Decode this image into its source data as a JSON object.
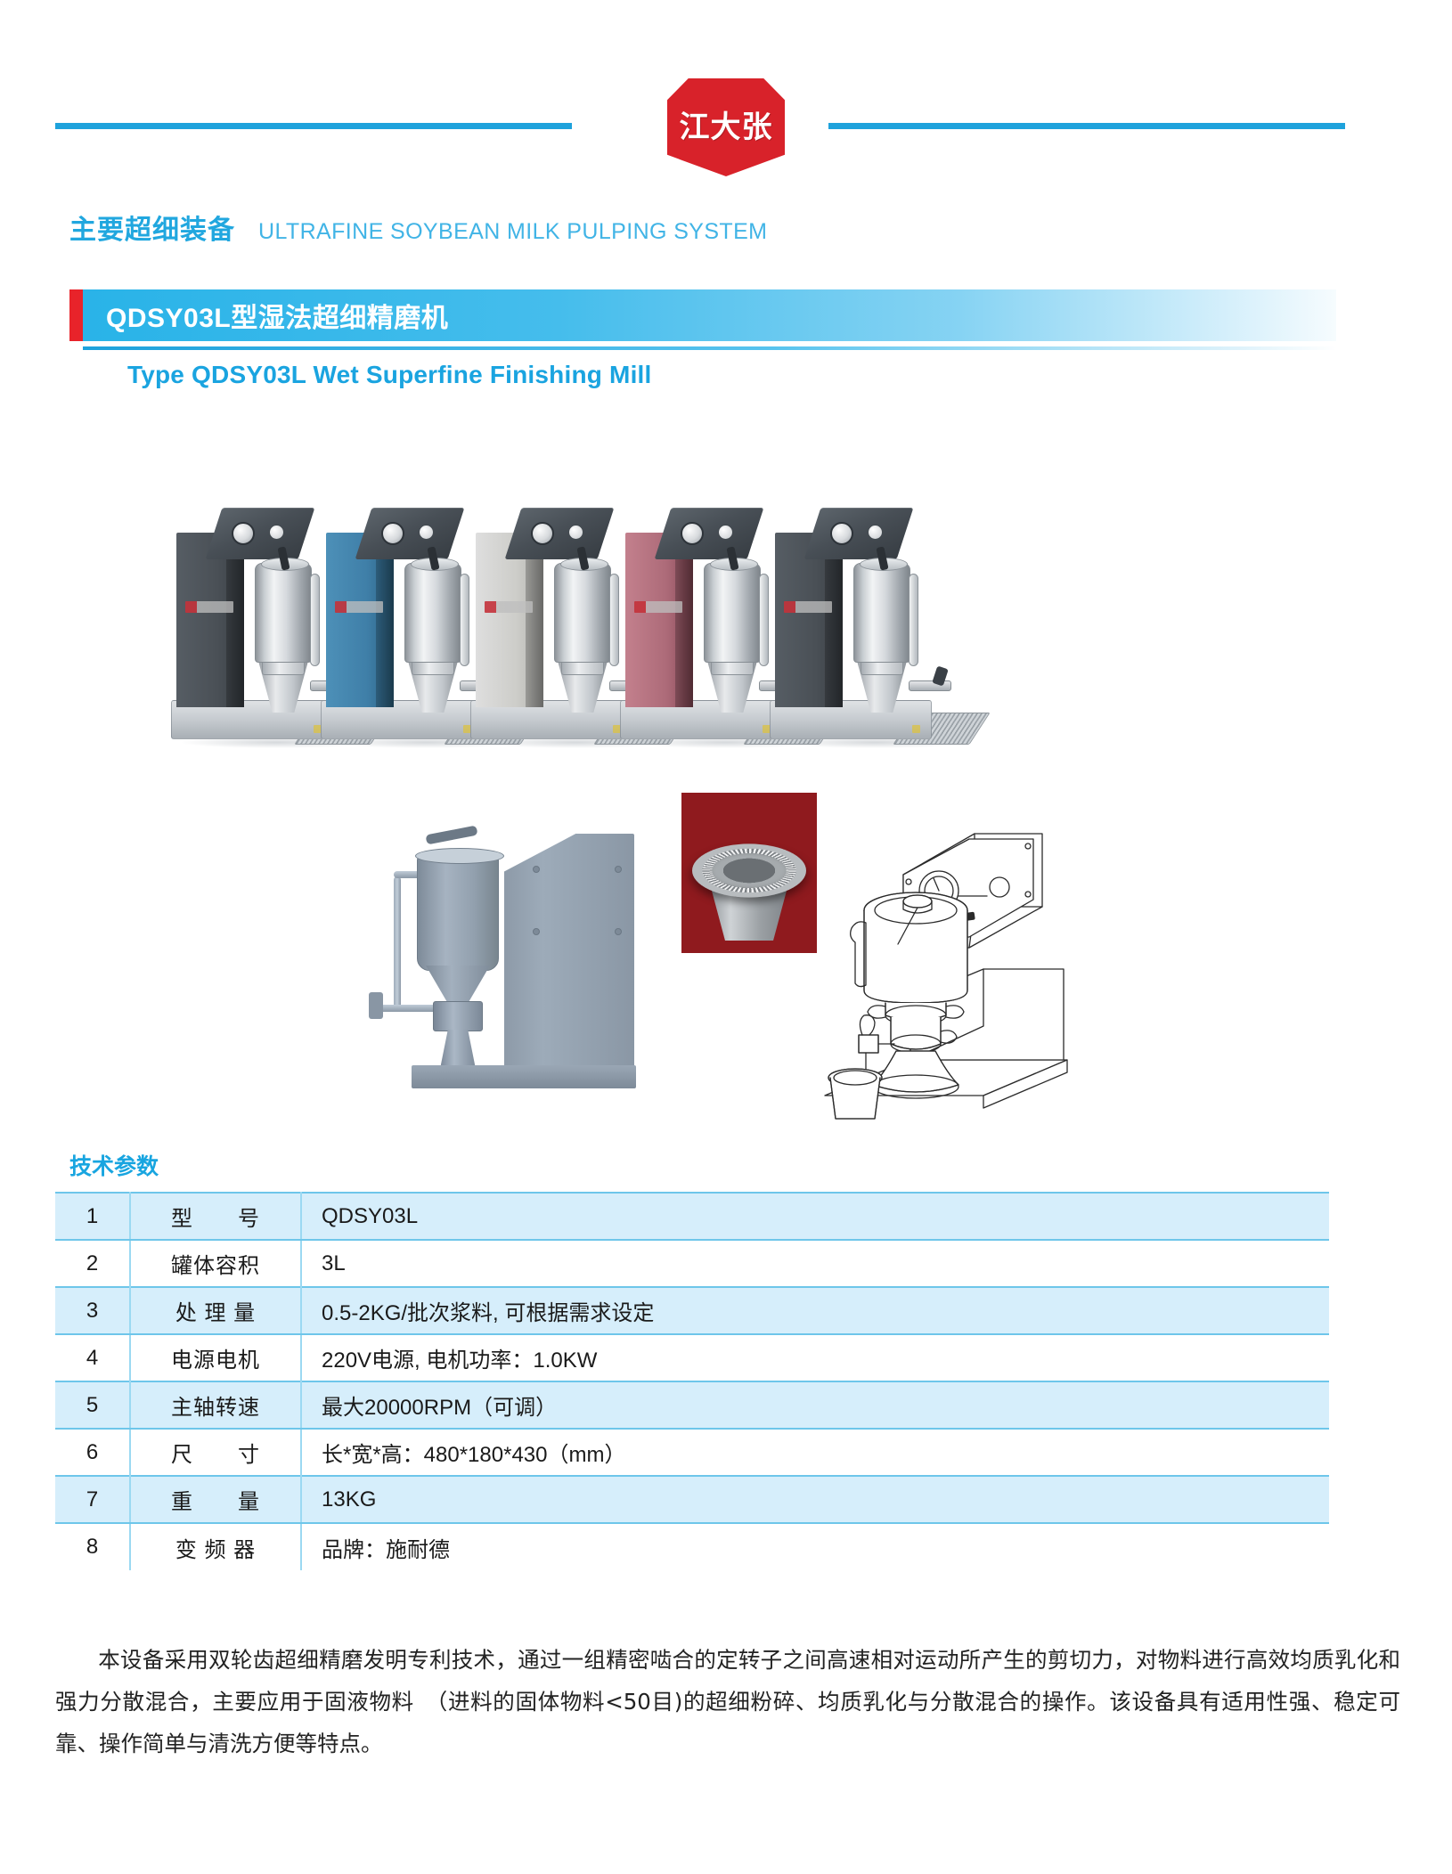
{
  "brand": {
    "logo_text": "江大张"
  },
  "section": {
    "cn": "主要超细装备",
    "en": "ULTRAFINE SOYBEAN MILK PULPING SYSTEM"
  },
  "product": {
    "title_cn": "QDSY03L型湿法超细精磨机",
    "title_en": "Type QDSY03L Wet Superfine Finishing Mill"
  },
  "machines": [
    {
      "name": "machine-dark-gray-1",
      "body_color": "#4a5056"
    },
    {
      "name": "machine-blue",
      "body_color": "#3f7fa8"
    },
    {
      "name": "machine-silver",
      "body_color": "#c9c9c6"
    },
    {
      "name": "machine-maroon",
      "body_color": "#ad6b79"
    },
    {
      "name": "machine-dark-gray-2",
      "body_color": "#4a5056"
    }
  ],
  "params": {
    "heading": "技术参数",
    "rows": [
      {
        "idx": "1",
        "label": "型　　号",
        "value": "QDSY03L"
      },
      {
        "idx": "2",
        "label": "罐体容积",
        "value": "3L"
      },
      {
        "idx": "3",
        "label": "处 理 量",
        "value": "0.5-2KG/批次浆料, 可根据需求设定"
      },
      {
        "idx": "4",
        "label": "电源电机",
        "value": "220V电源, 电机功率：1.0KW"
      },
      {
        "idx": "5",
        "label": "主轴转速",
        "value": "最大20000RPM（可调）"
      },
      {
        "idx": "6",
        "label": "尺　　寸",
        "value": "长*宽*高：480*180*430（mm）"
      },
      {
        "idx": "7",
        "label": "重　　量",
        "value": "13KG"
      },
      {
        "idx": "8",
        "label": "变 频 器",
        "value": "品牌：施耐德"
      }
    ]
  },
  "description": "本设备采用双轮齿超细精磨发明专利技术，通过一组精密啮合的定转子之间高速相对运动所产生的剪切力，对物料进行高效均质乳化和强力分散混合，主要应用于固液物料　（进料的固体物料<50目)的超细粉碎、均质乳化与分散混合的操作。该设备具有适用性强、稳定可靠、操作简单与清洗方便等特点。",
  "colors": {
    "accent_blue": "#1ea2dc",
    "light_blue": "#41b4e6",
    "brand_red": "#d8222a",
    "table_shade": "#d6eefb",
    "table_border": "#6ec6ea"
  }
}
